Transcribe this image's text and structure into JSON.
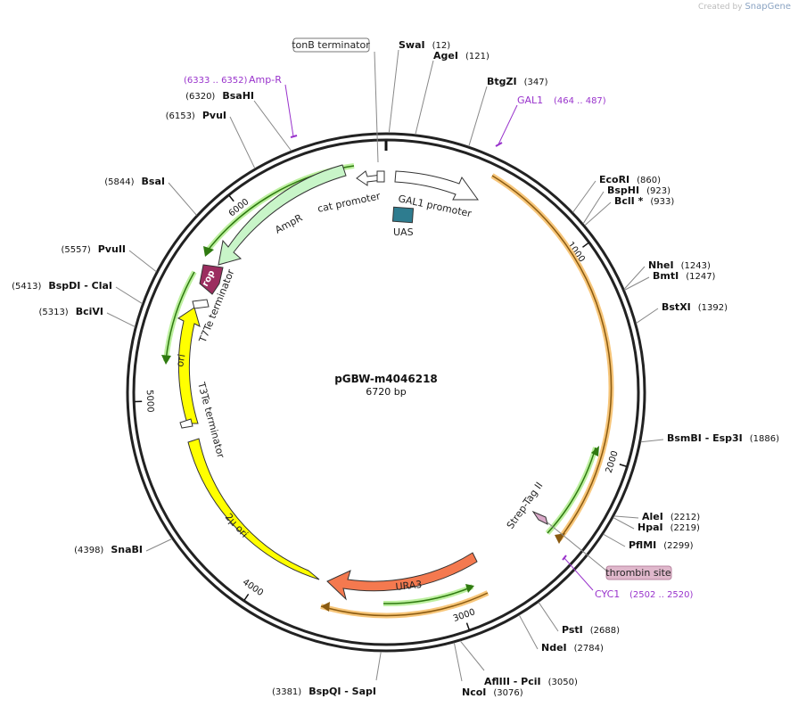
{
  "credit": {
    "created_by": "Created by",
    "brand": "SnapGene"
  },
  "plasmid": {
    "name": "pGBW-m4046218",
    "length": "6720 bp",
    "bp": 6720
  },
  "colors": {
    "backbone": "#222222",
    "enzyme_line": "#888888",
    "primer": "#9933cc",
    "orange_feature": "#f5a623",
    "green_feature": "#8bd35a",
    "promoter": "#ffffff",
    "amp": "#c8f5c8",
    "ori": "#ffff00",
    "ura3": "#f4794f",
    "uas": "#2e7c8f",
    "rop": "#9b2d5f",
    "tag": "#d9a8c8"
  },
  "ticks": [
    {
      "bp": 0,
      "label": ""
    },
    {
      "bp": 1000,
      "label": "1000"
    },
    {
      "bp": 2000,
      "label": "2000"
    },
    {
      "bp": 3000,
      "label": "3000"
    },
    {
      "bp": 4000,
      "label": "4000"
    },
    {
      "bp": 5000,
      "label": "5000"
    },
    {
      "bp": 6000,
      "label": "6000"
    }
  ],
  "enzymes": [
    {
      "name": "SwaI",
      "pos": "(12)",
      "bp": 12,
      "side": "right"
    },
    {
      "name": "AgeI",
      "pos": "(121)",
      "bp": 121,
      "side": "right"
    },
    {
      "name": "BtgZI",
      "pos": "(347)",
      "bp": 347,
      "side": "right"
    },
    {
      "name": "EcoRI",
      "pos": "(860)",
      "bp": 860,
      "side": "right"
    },
    {
      "name": "BspHI",
      "pos": "(923)",
      "bp": 923,
      "side": "right"
    },
    {
      "name": "BclI *",
      "pos": "(933)",
      "bp": 933,
      "side": "right"
    },
    {
      "name": "NheI",
      "pos": "(1243)",
      "bp": 1243,
      "side": "right"
    },
    {
      "name": "BmtI",
      "pos": "(1247)",
      "bp": 1247,
      "side": "right"
    },
    {
      "name": "BstXI",
      "pos": "(1392)",
      "bp": 1392,
      "side": "right"
    },
    {
      "name": "BsmBI - Esp3I",
      "pos": "(1886)",
      "bp": 1886,
      "side": "right"
    },
    {
      "name": "AleI",
      "pos": "(2212)",
      "bp": 2212,
      "side": "right"
    },
    {
      "name": "HpaI",
      "pos": "(2219)",
      "bp": 2219,
      "side": "right"
    },
    {
      "name": "PflMI",
      "pos": "(2299)",
      "bp": 2299,
      "side": "right"
    },
    {
      "name": "PstI",
      "pos": "(2688)",
      "bp": 2688,
      "side": "right"
    },
    {
      "name": "NdeI",
      "pos": "(2784)",
      "bp": 2784,
      "side": "right"
    },
    {
      "name": "AflIII - PciI",
      "pos": "(3050)",
      "bp": 3050,
      "side": "right"
    },
    {
      "name": "NcoI",
      "pos": "(3076)",
      "bp": 3076,
      "side": "right"
    },
    {
      "name": "BspQI - SapI",
      "pos": "(3381)",
      "bp": 3381,
      "side": "left"
    },
    {
      "name": "SnaBI",
      "pos": "(4398)",
      "bp": 4398,
      "side": "left"
    },
    {
      "name": "BciVI",
      "pos": "(5313)",
      "bp": 5313,
      "side": "left"
    },
    {
      "name": "BspDI - ClaI",
      "pos": "(5413)",
      "bp": 5413,
      "side": "left"
    },
    {
      "name": "PvuII",
      "pos": "(5557)",
      "bp": 5557,
      "side": "left"
    },
    {
      "name": "BsaI",
      "pos": "(5844)",
      "bp": 5844,
      "side": "left"
    },
    {
      "name": "PvuI",
      "pos": "(6153)",
      "bp": 6153,
      "side": "left"
    },
    {
      "name": "BsaHI",
      "pos": "(6320)",
      "bp": 6320,
      "side": "left"
    }
  ],
  "primers": [
    {
      "name": "GAL1",
      "range": "(464 .. 487)"
    },
    {
      "name": "CYC1",
      "range": "(2502 .. 2520)"
    },
    {
      "name": "Amp-R",
      "range": "(6333 .. 6352)"
    }
  ],
  "feature_labels": {
    "tonb": "tonB terminator",
    "gal1_promoter": "GAL1 promoter",
    "uas": "UAS",
    "cat_promoter": "cat promoter",
    "ampr": "AmpR",
    "rop": "rop",
    "t7te": "T7Te terminator",
    "ori": "ori",
    "t3te": "T3Te terminator",
    "two_micron": "2μ ori",
    "ura3": "URA3",
    "strep": "Strep-Tag II",
    "thrombin": "thrombin site"
  }
}
